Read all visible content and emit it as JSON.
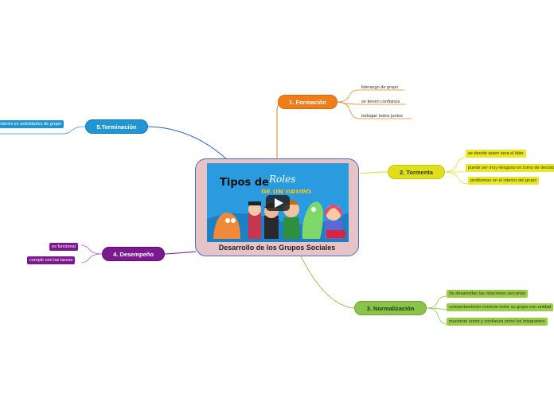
{
  "central": {
    "title": "Desarrollo de los Grupos Sociales"
  },
  "video": {
    "title_word1": "Tipos de",
    "title_word2": "Roles",
    "title_word3": "DE UN GRUPO"
  },
  "topics": {
    "formacion": {
      "label": "1. Formación",
      "color": "#ef7d1a",
      "items": [
        "liderazgo de grupo",
        "se tienen confianza",
        "trabajan todos juntos"
      ]
    },
    "tormenta": {
      "label": "2. Tormenta",
      "color": "#dfe019",
      "items": [
        "se decide quien sera el lider",
        "puede ser muy riesgoso en torno de decisiones",
        "problemas en el interior del grupo"
      ]
    },
    "normalizacion": {
      "label": "3. Normalización",
      "color": "#8bc34a",
      "items": [
        "Se desarrollan las relaciones sercanas",
        "comportamiento correcto entre su grupo con unidad",
        "muestran union y  confianza entre los integrantes"
      ]
    },
    "desempeno": {
      "label": "4. Desempeño",
      "color": "#7b1a8e",
      "items": [
        "es funcional",
        "cumple con las tareas"
      ]
    },
    "terminacion": {
      "label": "5.Terminación",
      "color": "#2196d4",
      "items": [
        "Pierden el interés en actividades de grupo"
      ]
    }
  }
}
